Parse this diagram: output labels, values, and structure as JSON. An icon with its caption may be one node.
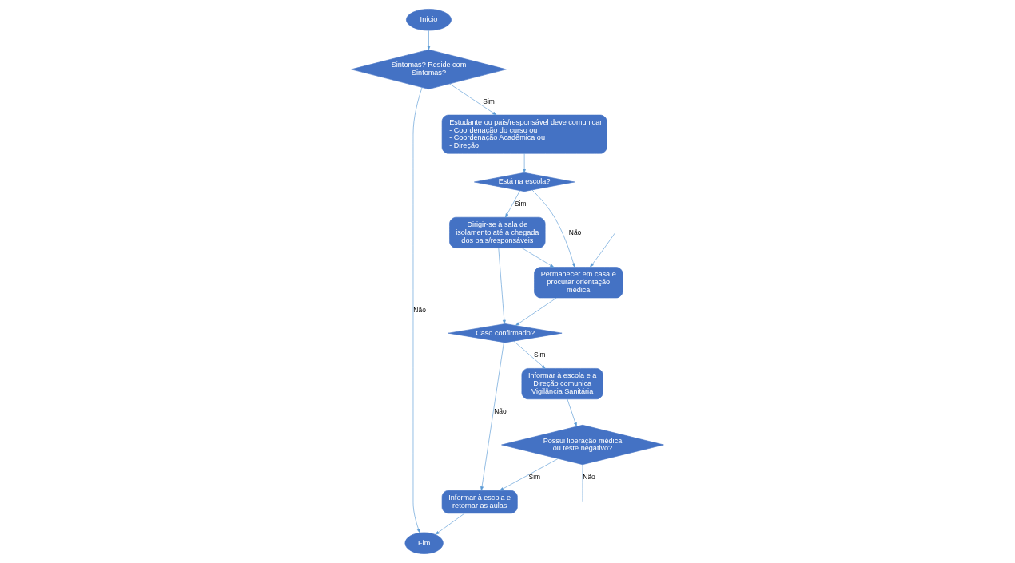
{
  "diagram": {
    "nodes": [
      {
        "text": [
          "Início"
        ]
      },
      {
        "text": [
          "Sintomas? Reside com Sintomas?"
        ]
      },
      {
        "text": [
          "Estudante ou pais/responsável deve comunicar:",
          "- Coordenação do curso ou",
          "- Coordenação Acadêmica ou",
          "- Direção"
        ]
      },
      {
        "text": [
          "Está na escola?"
        ]
      },
      {
        "text": [
          "Dirigir-se à sala de isolamento até a chegada dos pais/responsáveis"
        ]
      },
      {
        "text": [
          "Fim"
        ]
      },
      {
        "text": [
          "Informar à escola e retornar as aulas"
        ]
      },
      {
        "text": [
          "Caso confirmado?"
        ]
      },
      {
        "text": [
          "Permanecer em casa e procurar orientação médica"
        ]
      },
      {
        "text": [
          "Possui liberação médica ou teste negativo?"
        ]
      },
      {
        "text": [
          "Informar à escola e a Direção comunica Vigilância Sanitária"
        ]
      }
    ],
    "edges": [
      {
        "from": 0,
        "to": 1,
        "arrow": "to"
      },
      {
        "from": 1,
        "to": 2,
        "arrow": "to",
        "label": "Sim"
      },
      {
        "from": 1,
        "to": 5,
        "arrow": "to",
        "label": "Não"
      },
      {
        "from": 2,
        "to": 3,
        "arrow": "to"
      },
      {
        "from": 3,
        "to": 4,
        "arrow": "to",
        "label": "Sim"
      },
      {
        "from": 3,
        "to": 8,
        "arrow": "to",
        "label": "Não"
      },
      {
        "from": 4,
        "to": 8,
        "arrow": "to"
      },
      {
        "from": 4,
        "to": 7,
        "arrow": "to"
      },
      {
        "from": 8,
        "to": 7,
        "arrow": "to"
      },
      {
        "from": 7,
        "to": 6,
        "arrow": "to",
        "label": "Não"
      },
      {
        "from": 6,
        "to": 5,
        "arrow": "to"
      },
      {
        "from": 7,
        "to": 10,
        "arrow": "to",
        "label": "Sim"
      },
      {
        "from": 10,
        "to": 9,
        "arrow": "to"
      },
      {
        "from": 9,
        "to": 6,
        "arrow": "to",
        "label": "Sim"
      },
      {
        "from": 9,
        "to": null,
        "arrow": "none",
        "label": "Não"
      },
      {
        "from": null,
        "to": 8,
        "arrow": "to"
      }
    ]
  }
}
